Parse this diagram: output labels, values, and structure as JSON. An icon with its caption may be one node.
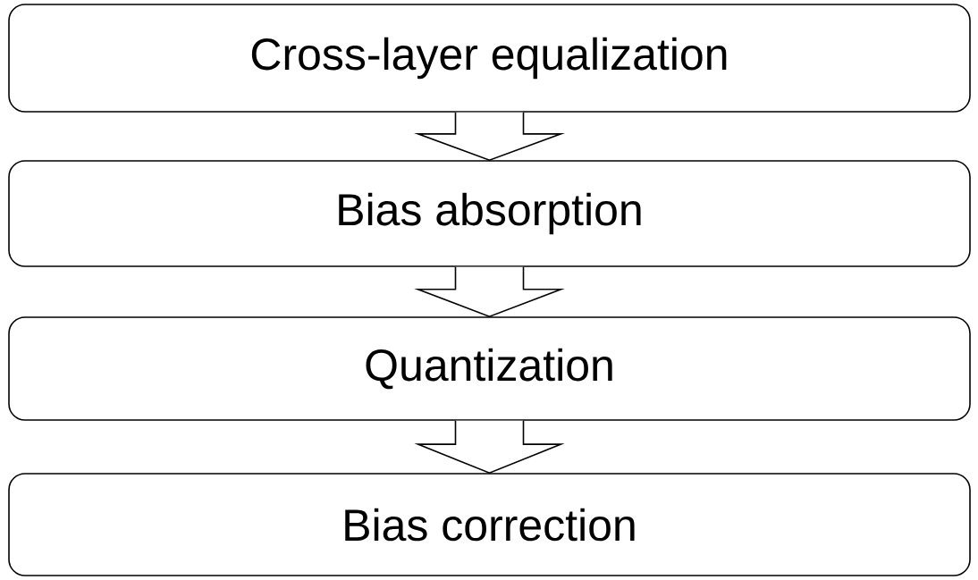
{
  "diagram": {
    "nodes": [
      {
        "text": [
          "Cross-layer equalization"
        ]
      },
      {
        "text": [
          "Bias absorption"
        ]
      },
      {
        "text": [
          "Quantization"
        ]
      },
      {
        "text": [
          "Bias correction"
        ]
      }
    ],
    "edges": [
      {
        "from": 0,
        "to": 1,
        "arrow": "to"
      },
      {
        "from": 1,
        "to": 2,
        "arrow": "to"
      },
      {
        "from": 2,
        "to": 3,
        "arrow": "to"
      }
    ]
  }
}
